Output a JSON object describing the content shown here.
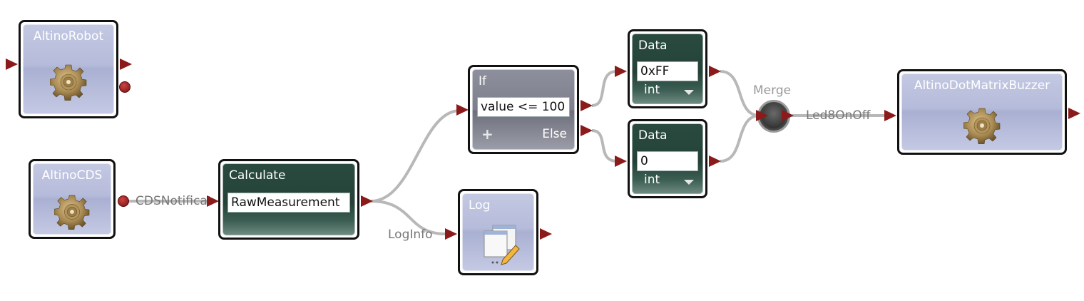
{
  "diagram": {
    "nodes": {
      "altino_robot": {
        "title": "AltinoRobot",
        "type": "service",
        "icon": "gear-icon"
      },
      "altino_cds": {
        "title": "AltinoCDS",
        "type": "service",
        "icon": "gear-icon"
      },
      "calculate": {
        "title": "Calculate",
        "type": "activity",
        "expression": "RawMeasurement"
      },
      "if": {
        "title": "If",
        "type": "condition",
        "condition": "value <= 100",
        "add_label": "+",
        "else_label": "Else"
      },
      "log": {
        "title": "Log",
        "type": "service",
        "icon": "log-window-icon"
      },
      "data_true": {
        "title": "Data",
        "type": "activity",
        "value": "0xFF",
        "datatype": "int"
      },
      "data_false": {
        "title": "Data",
        "type": "activity",
        "value": "0",
        "datatype": "int"
      },
      "merge": {
        "title": "Merge",
        "type": "merge"
      },
      "dot_matrix_buzzer": {
        "title": "AltinoDotMatrixBuzzer",
        "type": "service",
        "icon": "gear-icon"
      }
    },
    "connection_labels": {
      "cds_notification": "CDSNotificat",
      "log_info": "LogInfo",
      "led8": "Led8OnOff"
    },
    "colors": {
      "port": "#8b1a1a",
      "wire": "#b8b8b8",
      "service_fill": "#b5bbda",
      "activity_fill": "#244238",
      "condition_fill": "#7d7f8c"
    }
  }
}
